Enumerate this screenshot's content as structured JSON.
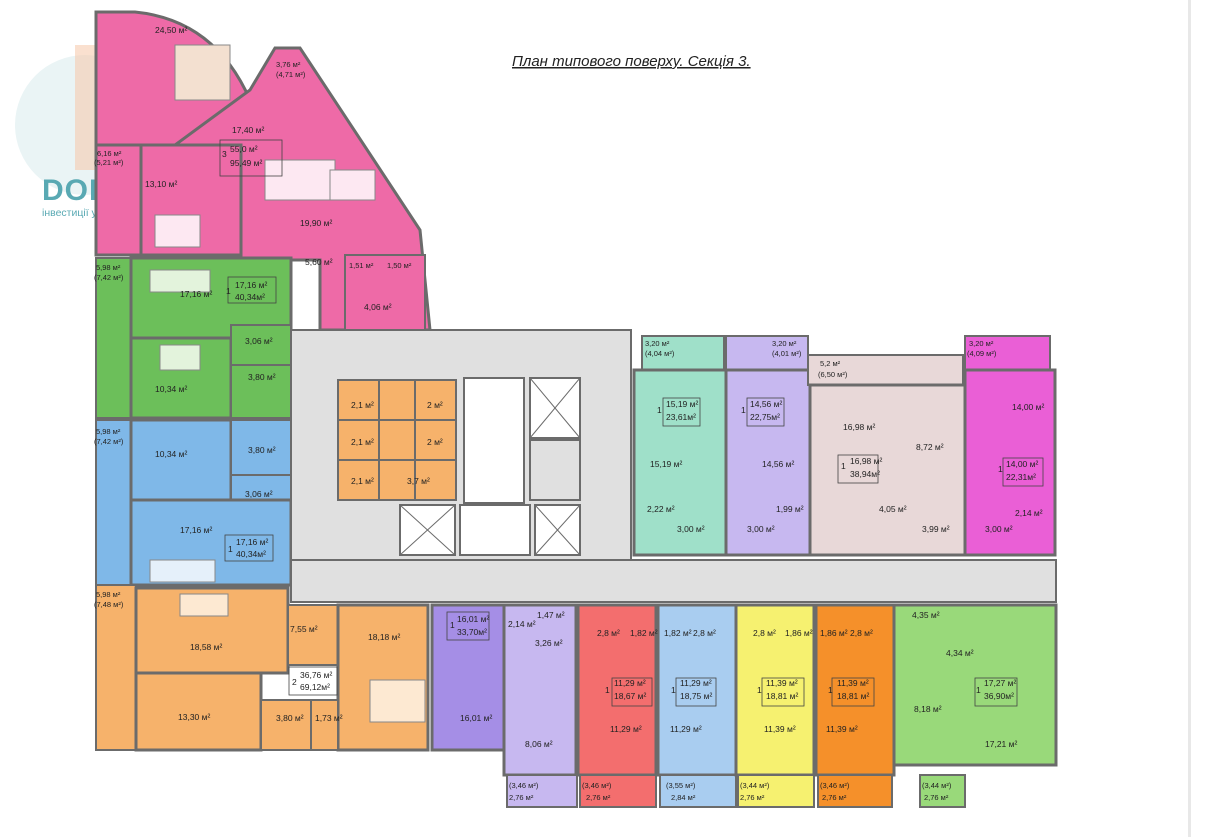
{
  "title": "План типового поверху. Секція 3.",
  "logo": {
    "name": "DOMUS",
    "tagline": "інвестиції у життєві цінності"
  },
  "colors": {
    "pink": "#ee6aa7",
    "green": "#6cbf5a",
    "blue": "#7fb8e8",
    "orange": "#f6b26b",
    "purple": "#a58ee6",
    "mint": "#9fe0c9",
    "lavender": "#c7b8f0",
    "beige": "#e8d8d8",
    "magenta": "#ea5fd6",
    "red": "#f36e6e",
    "lightblue": "#a9cdf0",
    "yellow": "#f6f170",
    "darkorange": "#f5902a",
    "lightgreen": "#99d97a",
    "tan": "#f3b96b",
    "core": "#e0e0e0",
    "wall": "#6b6b6b"
  },
  "labels": {
    "l1": "24,50 м²",
    "l2": "3,76 м²",
    "l3": "(4,71 м²)",
    "l4": "17,40 м²",
    "l5": "3",
    "l6": "55,0 м²",
    "l7": "95,49 м²",
    "l8": "6,16 м²",
    "l9": "(5,21 м²)",
    "l10": "13,10 м²",
    "l11": "19,90 м²",
    "l12": "5,60 м²",
    "l13": "1,51 м²",
    "l14": "1,50 м²",
    "l15": "4,06 м²",
    "l16": "5,98 м²",
    "l17": "(7,42 м²)",
    "l18": "17,16 м²",
    "l19": "1",
    "l20": "17,16 м²",
    "l21": "40,34м²",
    "l22": "3,06 м²",
    "l23": "10,34 м²",
    "l24": "3,80 м²",
    "l25": "5,98 м²",
    "l26": "(7,42 м²)",
    "l27": "10,34 м²",
    "l28": "3,80 м²",
    "l29": "3,06 м²",
    "l30": "17,16 м²",
    "l31": "1",
    "l32": "17,16 м²",
    "l33": "40,34м²",
    "l34": "5,98 м²",
    "l35": "(7,48 м²)",
    "l36": "18,58 м²",
    "l37": "7,55 м²",
    "l38": "18,18 м²",
    "l39": "2",
    "l40": "36,76 м²",
    "l41": "69,12м²",
    "l42": "13,30 м²",
    "l43": "3,80 м²",
    "l44": "1,73 м²",
    "l45": "2,1 м²",
    "l46": "2 м²",
    "l47": "2,1 м²",
    "l48": "2 м²",
    "l49": "2,1 м²",
    "l50": "3,7 м²",
    "l51": "3,20 м²",
    "l52": "(4,04 м²)",
    "l53": "3,20 м²",
    "l54": "(4,01 м²)",
    "l55": "5,2 м²",
    "l56": "(6,50 м²)",
    "l57": "3,20 м²",
    "l58": "(4,09 м²)",
    "l59": "1",
    "l60": "15,19 м²",
    "l61": "23,61м²",
    "l62": "1",
    "l63": "14,56 м²",
    "l64": "22,75м²",
    "l65": "16,98 м²",
    "l66": "8,72 м²",
    "l67": "14,00 м²",
    "l68": "15,19 м²",
    "l69": "14,56 м²",
    "l70": "1",
    "l71": "16,98 м²",
    "l72": "38,94м²",
    "l73": "1",
    "l74": "14,00 м²",
    "l75": "22,31м²",
    "l76": "2,22 м²",
    "l77": "3,00 м²",
    "l78": "3,00 м²",
    "l79": "1,99 м²",
    "l80": "4,05 м²",
    "l81": "3,99 м²",
    "l82": "3,00 м²",
    "l83": "2,14 м²",
    "l84": "1",
    "l85": "16,01 м²",
    "l86": "33,70м²",
    "l87": "2,14 м²",
    "l88": "1,47 м²",
    "l89": "3,26 м²",
    "l90": "2,8 м²",
    "l91": "1,82 м²",
    "l92": "1,82 м²",
    "l93": "2,8 м²",
    "l94": "2,8 м²",
    "l95": "1,86 м²",
    "l96": "1,86 м²",
    "l97": "2,8 м²",
    "l98": "4,35 м²",
    "l99": "4,34 м²",
    "l100": "1",
    "l101": "17,27 м²",
    "l102": "36,90м²",
    "l103": "1",
    "l104": "11,29 м²",
    "l105": "18,67 м²",
    "l106": "1",
    "l107": "11,29 м²",
    "l108": "18,75 м²",
    "l109": "1",
    "l110": "11,39 м²",
    "l111": "18,81 м²",
    "l112": "1",
    "l113": "11,39 м²",
    "l114": "18,81 м²",
    "l115": "16,01 м²",
    "l116": "8,06 м²",
    "l117": "11,29 м²",
    "l118": "11,29 м²",
    "l119": "11,39 м²",
    "l120": "11,39 м²",
    "l121": "8,18 м²",
    "l122": "17,21 м²",
    "l123": "(3,46 м²)",
    "l124": "2,76 м²",
    "l125": "(3,46 м²)",
    "l126": "2,76 м²",
    "l127": "(3,55 м²)",
    "l128": "2,84 м²",
    "l129": "(3,44 м²)",
    "l130": "2,76 м²",
    "l131": "(3,46 м²)",
    "l132": "2,76 м²",
    "l133": "(3,44 м²)",
    "l134": "2,76 м²"
  }
}
